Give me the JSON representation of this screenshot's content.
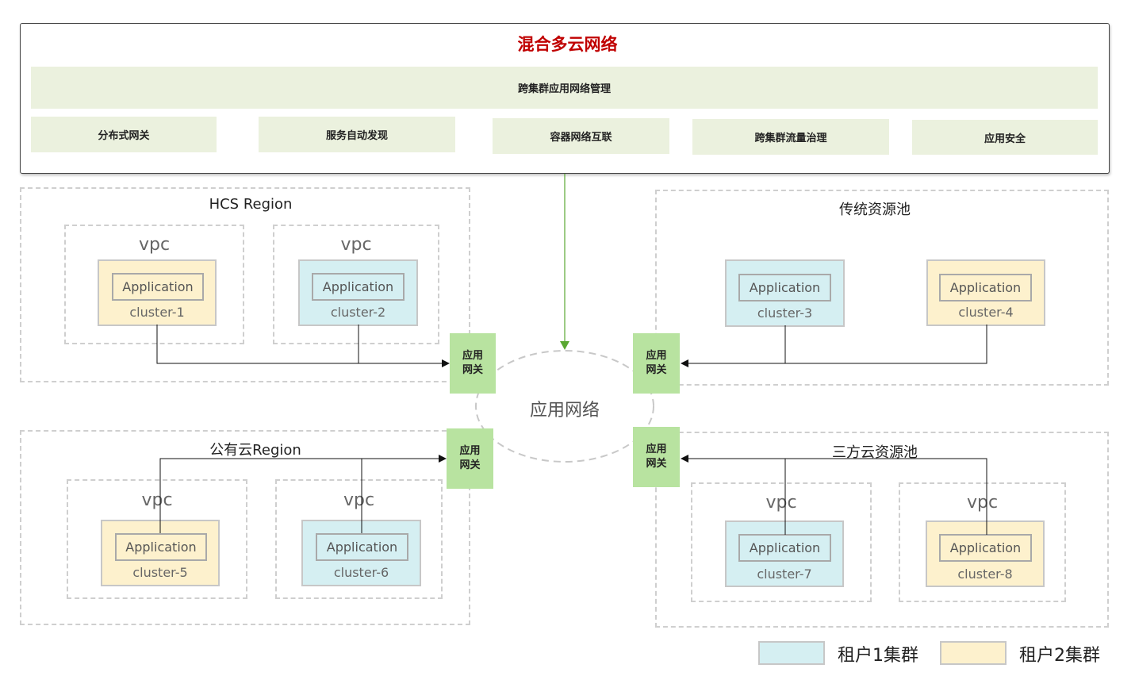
{
  "top": {
    "title": "混合多云网络",
    "main_bar": "跨集群应用网络管理",
    "features": [
      "分布式网关",
      "服务自动发现",
      "容器网络互联",
      "跨集群流量治理",
      "应用安全"
    ]
  },
  "center_label": "应用网络",
  "gateway_label_line1": "应用",
  "gateway_label_line2": "网关",
  "regions": [
    {
      "title": "HCS Region"
    },
    {
      "title": "传统资源池"
    },
    {
      "title": "公有云Region"
    },
    {
      "title": "三方云资源池"
    }
  ],
  "vpc_label": "vpc",
  "application_label": "Application",
  "clusters": [
    {
      "name": "cluster-1",
      "tenant": "租户2集群",
      "color": "#fdf1cd"
    },
    {
      "name": "cluster-2",
      "tenant": "租户1集群",
      "color": "#d5eff2"
    },
    {
      "name": "cluster-3",
      "tenant": "租户1集群",
      "color": "#d5eff2"
    },
    {
      "name": "cluster-4",
      "tenant": "租户2集群",
      "color": "#fdf1cd"
    },
    {
      "name": "cluster-5",
      "tenant": "租户2集群",
      "color": "#fdf1cd"
    },
    {
      "name": "cluster-6",
      "tenant": "租户1集群",
      "color": "#d5eff2"
    },
    {
      "name": "cluster-7",
      "tenant": "租户1集群",
      "color": "#d5eff2"
    },
    {
      "name": "cluster-8",
      "tenant": "租户2集群",
      "color": "#fdf1cd"
    }
  ],
  "legend": [
    {
      "label": "租户1集群",
      "color": "#d5eff2"
    },
    {
      "label": "租户2集群",
      "color": "#fdf1cd"
    }
  ],
  "colors": {
    "title_red": "#c00000",
    "bar_bg": "#ebf1de",
    "gateway_green": "#b8e3a0",
    "arrow_green": "#5aa832"
  }
}
